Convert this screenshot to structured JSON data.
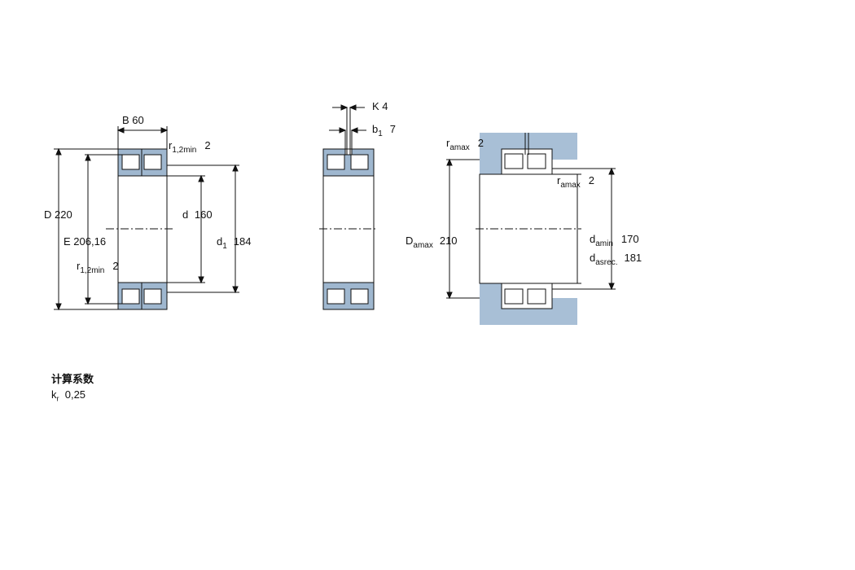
{
  "dimensions": {
    "B": {
      "symbol": "B",
      "value": "60"
    },
    "r12_top": {
      "symbol": "r",
      "sub": "1,2min",
      "value": "2"
    },
    "D": {
      "symbol": "D",
      "value": "220"
    },
    "E": {
      "symbol": "E",
      "value": "206,16"
    },
    "r12_left": {
      "symbol": "r",
      "sub": "1,2min",
      "value": "2"
    },
    "d": {
      "symbol": "d",
      "value": "160"
    },
    "d1": {
      "symbol": "d",
      "sub": "1",
      "value": "184"
    },
    "K": {
      "symbol": "K",
      "value": "4"
    },
    "b1": {
      "symbol": "b",
      "sub": "1",
      "value": "7"
    }
  },
  "abutment": {
    "ra_top": {
      "symbol": "r",
      "sub": "amax",
      "value": "2"
    },
    "ra_right": {
      "symbol": "r",
      "sub": "amax",
      "value": "2"
    },
    "Da": {
      "symbol": "D",
      "sub": "amax",
      "value": "210"
    },
    "da_min": {
      "symbol": "d",
      "sub": "amin",
      "value": "170"
    },
    "da_rec": {
      "symbol": "d",
      "sub": "asrec.",
      "value": "181"
    }
  },
  "factors": {
    "title": "计算系数",
    "kr_symbol": "k",
    "kr_sub": "r",
    "kr_value": "0,25"
  },
  "colors": {
    "bearing_fill": "#9fb7cf",
    "housing_fill": "#a8bfd6",
    "line": "#111111"
  }
}
